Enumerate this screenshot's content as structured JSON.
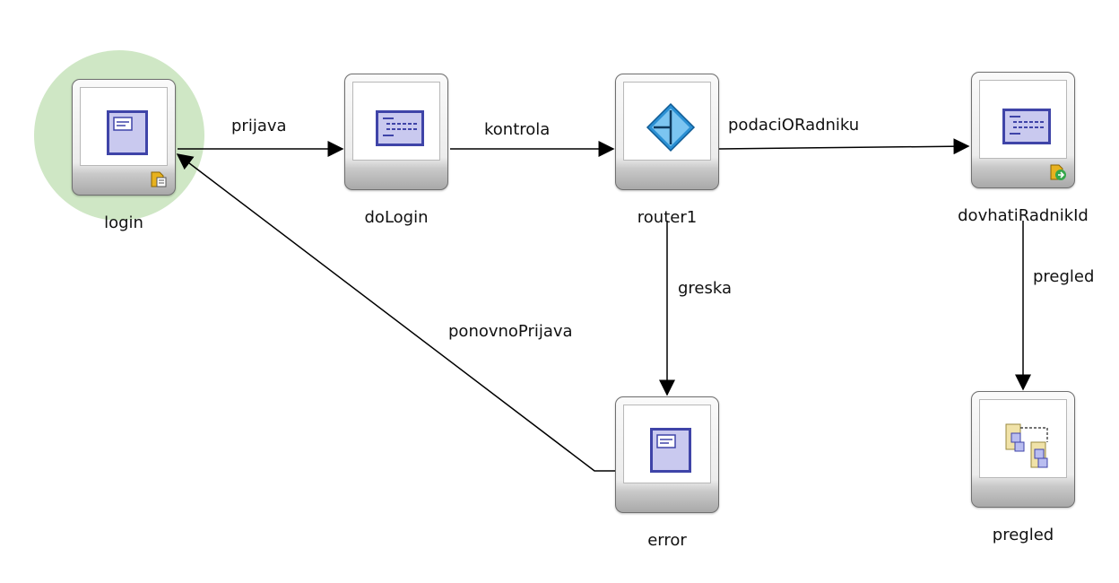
{
  "nodes": {
    "login": {
      "label": "login"
    },
    "doLogin": {
      "label": "doLogin"
    },
    "router1": {
      "label": "router1"
    },
    "dovhatiRadnikId": {
      "label": "dovhatiRadnikId"
    },
    "error": {
      "label": "error"
    },
    "pregled": {
      "label": "pregled"
    }
  },
  "edges": {
    "prijava": "prijava",
    "kontrola": "kontrola",
    "podaciORadniku": "podaciORadniku",
    "greska": "greska",
    "ponovnoPrijava": "ponovnoPrijava",
    "pregled": "pregled"
  },
  "colors": {
    "selection_halo": "#cfe7c5",
    "view_icon": "#3f44a8",
    "router_icon": "#2a8fd3",
    "badge": "#e7b21f"
  }
}
